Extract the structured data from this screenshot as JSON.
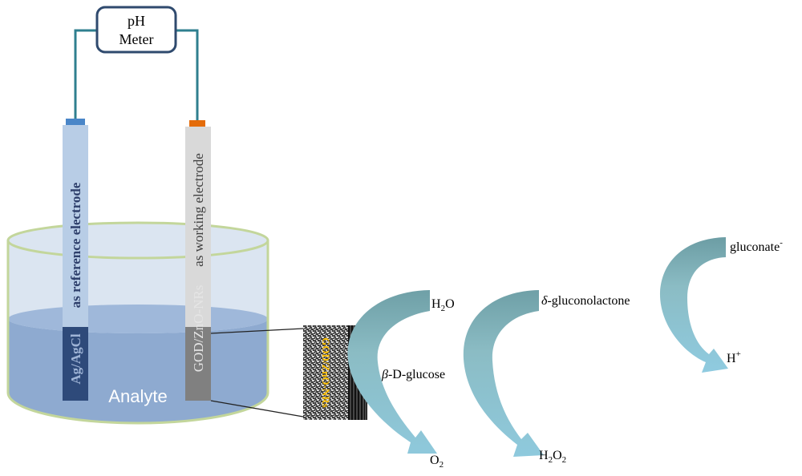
{
  "meter": {
    "line1": "pH",
    "line2": "Meter"
  },
  "reference_electrode": {
    "label_main": "as reference electrode",
    "label_submerged": "Ag/AgCl"
  },
  "working_electrode": {
    "label_main": "as working electrode",
    "label_submerged": "GOD/ZnO-NRs"
  },
  "beaker": {
    "label": "Analyte"
  },
  "inset": {
    "label": "GOD/ZnO-NRs"
  },
  "reaction": {
    "substrate_prefix": "β",
    "substrate_rest": "-D-glucose",
    "h2o_base": "H",
    "h2o_sub": "2",
    "h2o_tail": "O",
    "o2_base": "O",
    "o2_sub": "2",
    "intermediate_prefix": "δ",
    "intermediate_rest": "-gluconolactone",
    "h2o2_base": "H",
    "h2o2_sub1": "2",
    "h2o2_mid": "O",
    "h2o2_sub2": "2",
    "product_base": "gluconate",
    "product_sup": "-",
    "proton_base": "H",
    "proton_sup": "+"
  },
  "colors": {
    "wire": "#2f7f8f",
    "ref_electrode": "#b8cde6",
    "ref_submerged": "#2e4a7a",
    "ref_cap": "#4a86c8",
    "work_electrode": "#d9d9d9",
    "work_submerged": "#808080",
    "work_cap": "#e46c0a",
    "liquid": "#8eaad0",
    "glass": "#dbe5f1",
    "rim": "#c3d69b",
    "arrow_dark": "#6e9fa6",
    "arrow_light": "#8fcbe0",
    "inset_text": "#ffc000"
  }
}
